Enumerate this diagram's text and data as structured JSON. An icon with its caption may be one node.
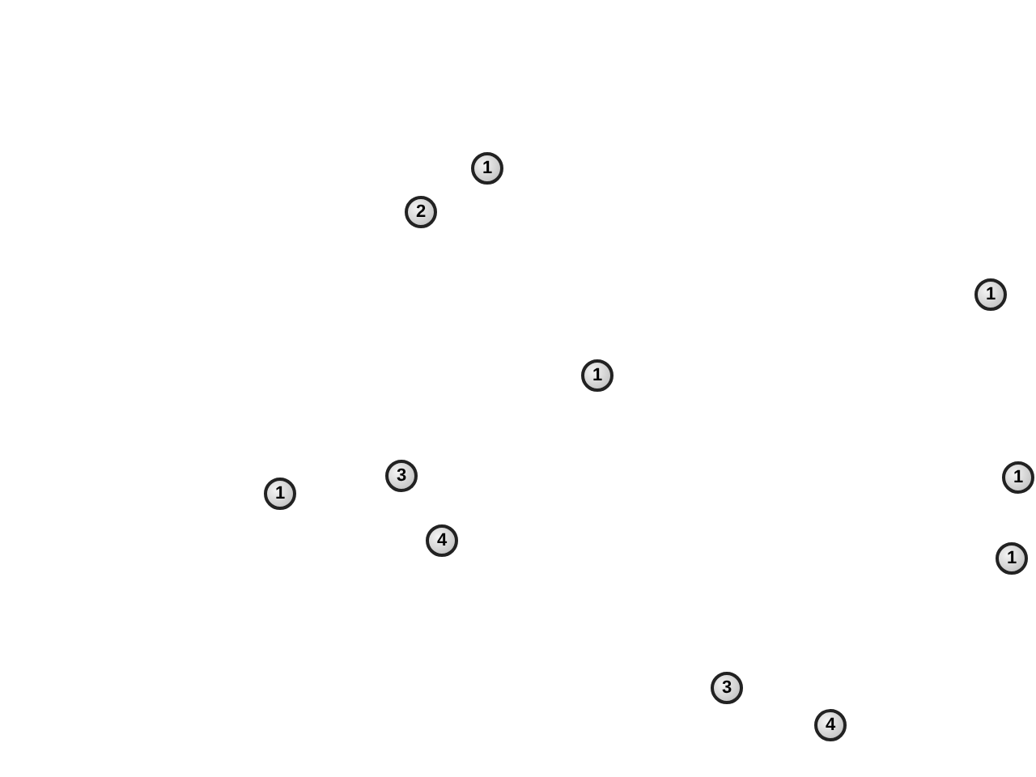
{
  "diagram": {
    "labels": [
      "1",
      "2",
      "1",
      "1",
      "3",
      "1",
      "1",
      "4",
      "1",
      "3",
      "4"
    ]
  }
}
